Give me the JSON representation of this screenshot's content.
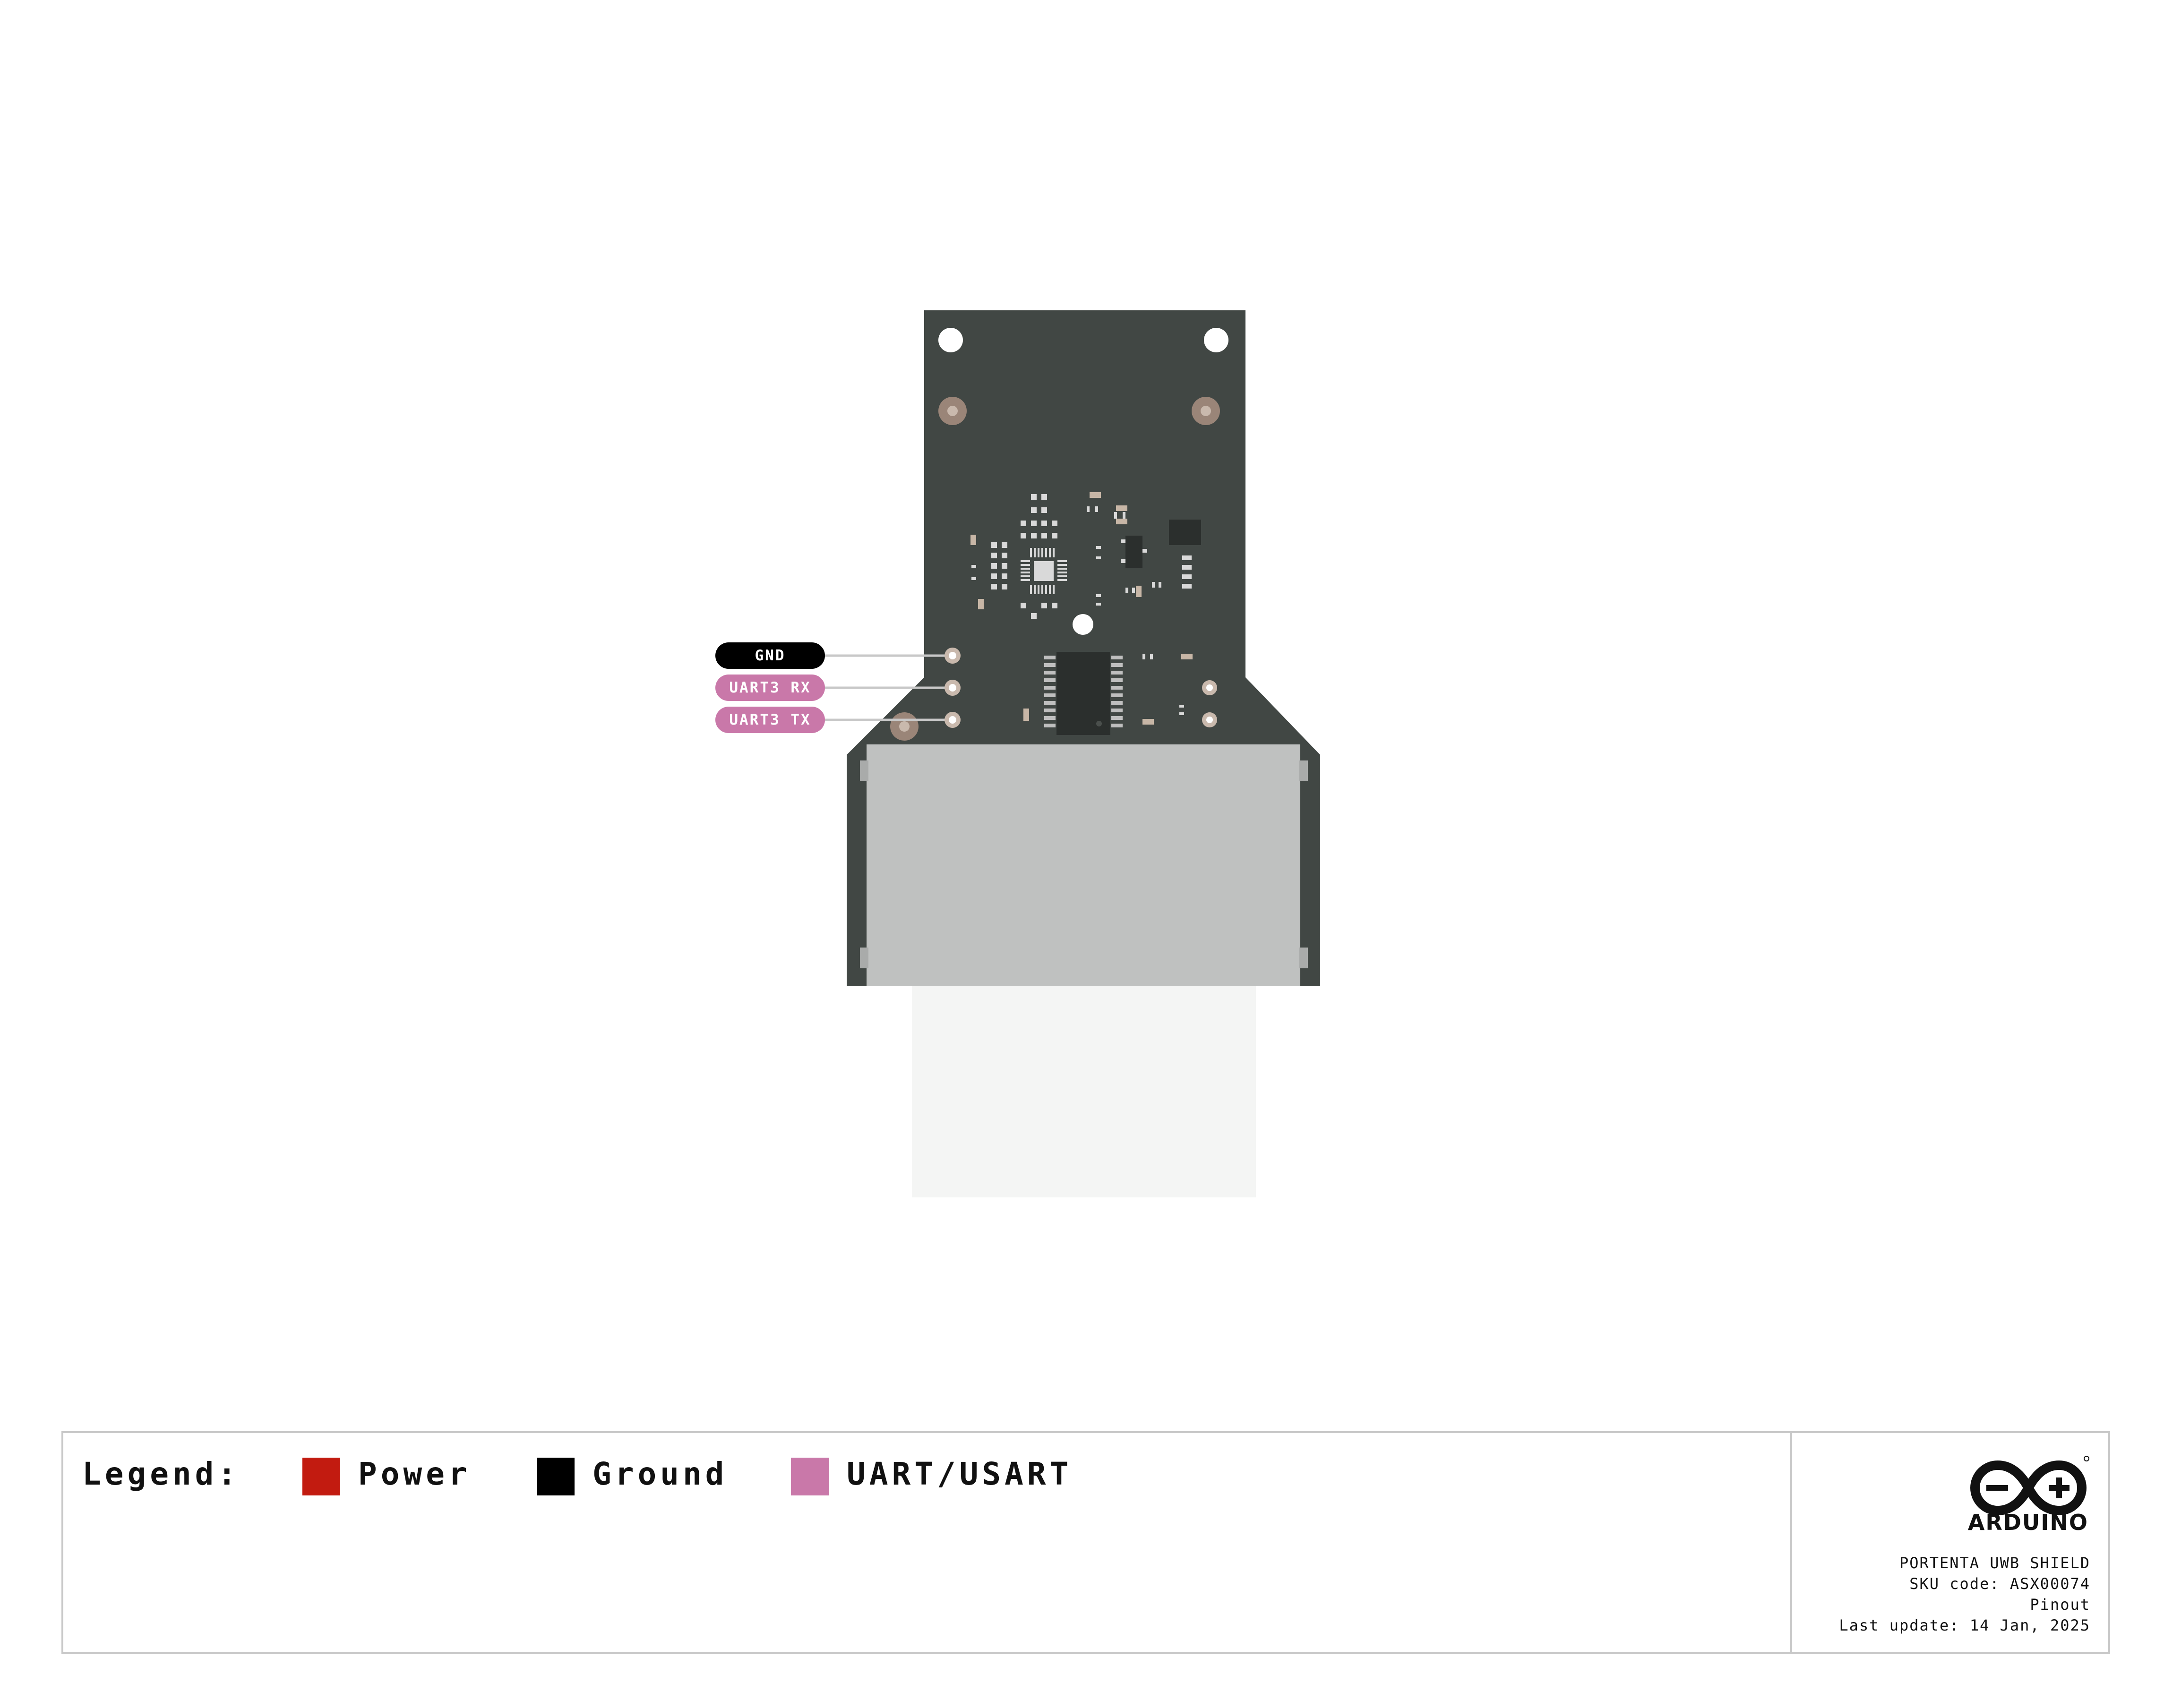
{
  "pins": [
    {
      "label": "GND",
      "group": "Ground"
    },
    {
      "label": "UART3 RX",
      "group": "UART/USART"
    },
    {
      "label": "UART3 TX",
      "group": "UART/USART"
    }
  ],
  "legend": {
    "title": "Legend:",
    "items": [
      {
        "label": "Power",
        "color": "#c21b10"
      },
      {
        "label": "Ground",
        "color": "#000000"
      },
      {
        "label": "UART/USART",
        "color": "#c978a9"
      }
    ]
  },
  "info": {
    "brand": "ARDUINO",
    "product": "PORTENTA UWB SHIELD",
    "sku": "SKU code: ASX00074",
    "doc_type": "Pinout",
    "last_update": "Last update: 14 Jan, 2025"
  },
  "colors": {
    "pcb": "#414744",
    "connector": "#bfc1c0",
    "flex_cable": "#f4f5f4",
    "copper_ring": "#9a8578",
    "pad": "#d9d9d9",
    "leader_line": "#c8c8c8"
  }
}
